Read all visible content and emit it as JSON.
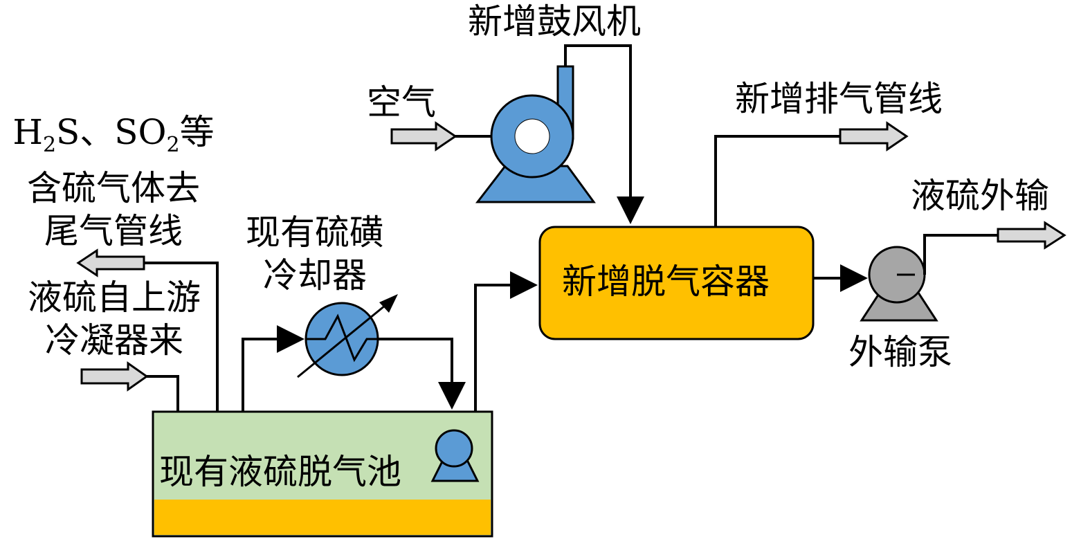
{
  "labels": {
    "air": "空气",
    "blower": "新增鼓风机",
    "vent_line": "新增排气管线",
    "liquid_sulfur_export": "液硫外输",
    "export_pump": "外输泵",
    "vessel": "新增脱气容器",
    "cooler_line1": "现有硫磺",
    "cooler_line2": "冷却器",
    "pit": "现有液硫脱气池",
    "feed_line1": "液硫自上游",
    "feed_line2": "冷凝器来",
    "tail_gas_h": "H",
    "tail_gas_sub1": "2",
    "tail_gas_s_so": "S、SO",
    "tail_gas_sub2": "2",
    "tail_gas_deng": "等",
    "tail_gas_line2": "含硫气体去",
    "tail_gas_line3": "尾气管线"
  },
  "colors": {
    "blower_blue": "#5b9bd5",
    "vessel_orange": "#ffc000",
    "pit_green": "#c5e0b4",
    "pump_gray": "#a6a6a6",
    "arrow_fill": "#d9d9d9"
  }
}
